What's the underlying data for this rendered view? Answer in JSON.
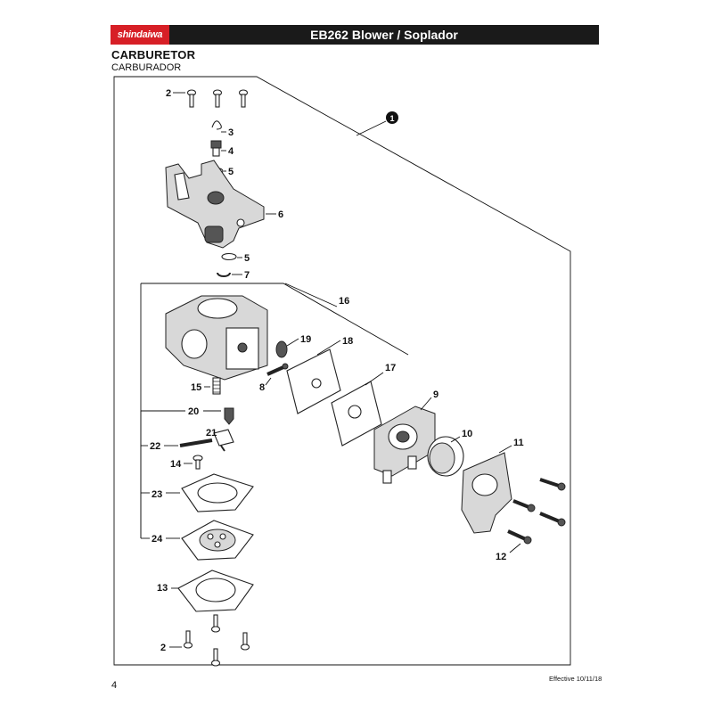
{
  "header": {
    "logo_text": "shindaiwa",
    "title": "EB262 Blower / Soplador"
  },
  "section": {
    "title": "CARBURETOR",
    "subtitle": "CARBURADOR"
  },
  "callouts": {
    "c1": "1",
    "c2_top": "2",
    "c3": "3",
    "c4": "4",
    "c5_top": "5",
    "c6": "6",
    "c5_bottom": "5",
    "c7": "7",
    "c16": "16",
    "c19": "19",
    "c18": "18",
    "c17": "17",
    "c8": "8",
    "c15": "15",
    "c9": "9",
    "c20": "20",
    "c10": "10",
    "c21": "21",
    "c11": "11",
    "c22": "22",
    "c14": "14",
    "c23": "23",
    "c24": "24",
    "c12": "12",
    "c13": "13",
    "c2_bottom": "2"
  },
  "footer": {
    "page_number": "4",
    "effective": "Effective 10/11/18"
  },
  "colors": {
    "brand_red": "#d71f26",
    "header_bar": "#1a1a1a"
  }
}
